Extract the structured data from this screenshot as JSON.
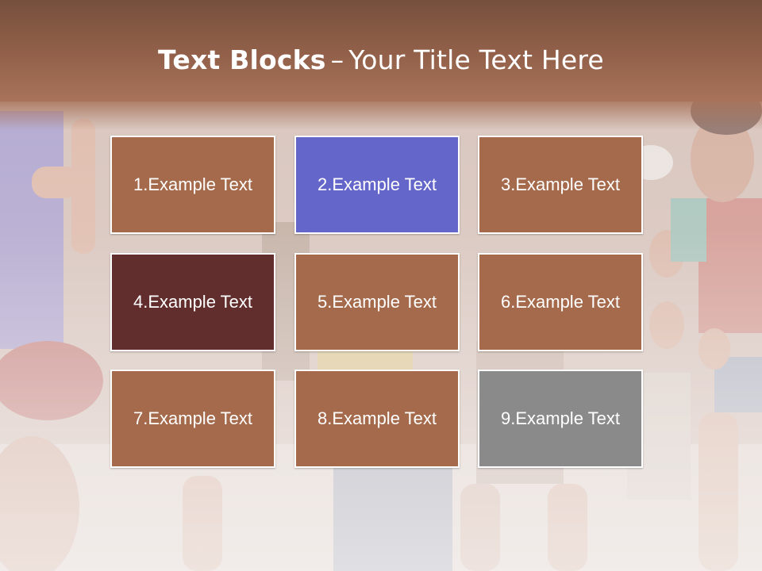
{
  "title": {
    "bold": "Text Blocks",
    "separator": "–",
    "rest": "Your Title Text Here"
  },
  "blocks": [
    {
      "label": "1.Example Text",
      "color": "#a56a4b"
    },
    {
      "label": "2.Example Text",
      "color": "#6566c9"
    },
    {
      "label": "3.Example Text",
      "color": "#a56a4b"
    },
    {
      "label": "4.Example Text",
      "color": "#612e2d"
    },
    {
      "label": "5.Example Text",
      "color": "#a56a4b"
    },
    {
      "label": "6.Example Text",
      "color": "#a56a4b"
    },
    {
      "label": "7.Example Text",
      "color": "#a56a4b"
    },
    {
      "label": "8.Example Text",
      "color": "#a56a4b"
    },
    {
      "label": "9.Example Text",
      "color": "#8a8a8a"
    }
  ]
}
